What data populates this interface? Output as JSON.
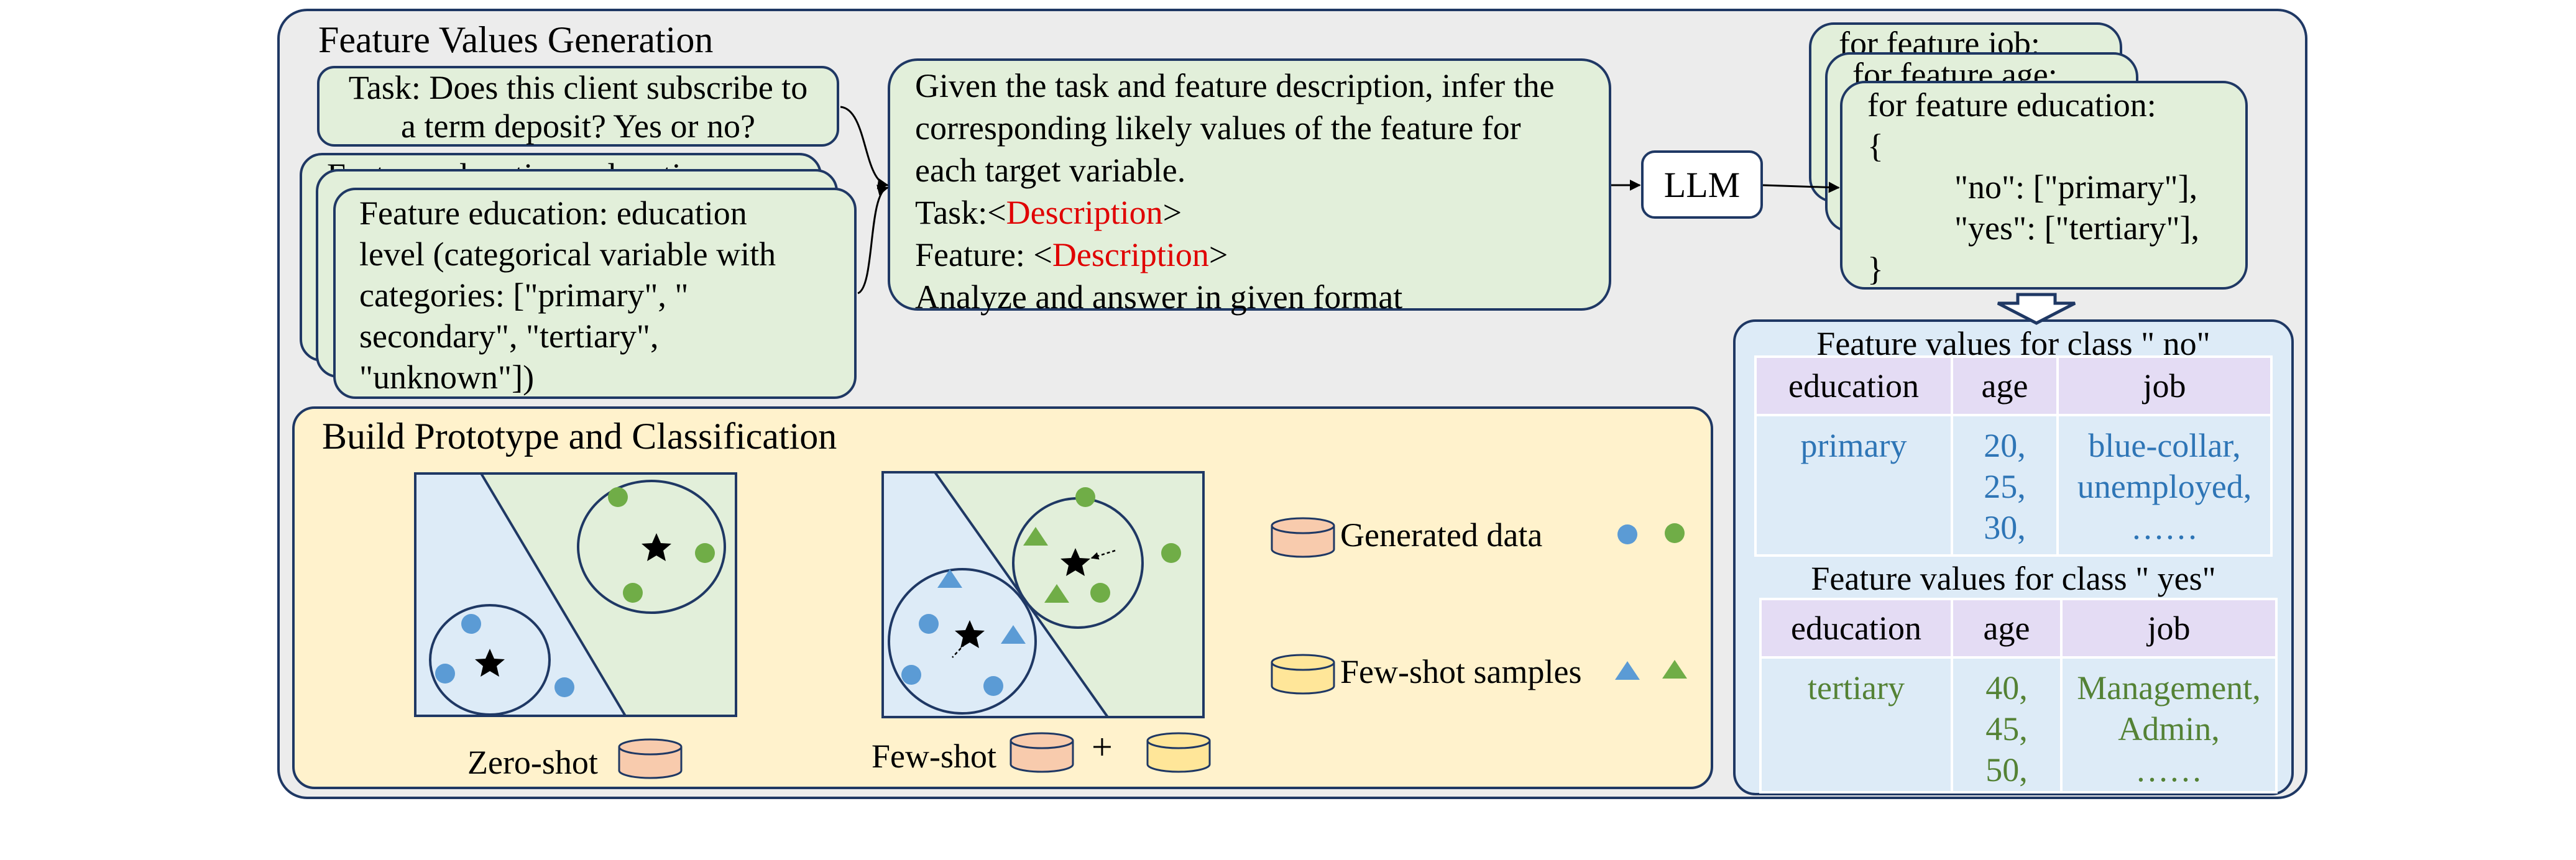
{
  "feature_values_generation": {
    "title": "Feature Values Generation",
    "task_box": {
      "line1": "Task: Does this client subscribe to",
      "line2": "a term deposit? Yes or no?"
    },
    "feature_back_text": "Feature education: education",
    "feature_front": {
      "line1": "Feature education: education",
      "line2": "level (categorical variable with",
      "line3": "categories: [\"primary\", \"",
      "line4": "secondary\", \"tertiary\",",
      "line5": "\"unknown\"])"
    },
    "prompt": {
      "line1": "Given the task and feature description, infer the",
      "line2": "corresponding likely values of the feature for",
      "line3": "each target variable.",
      "task_prefix": "Task:<",
      "task_desc": "Description",
      "task_suffix": ">",
      "feature_prefix": "Feature: <",
      "feature_desc": "Description",
      "feature_suffix": ">",
      "line6": "Analyze and answer in given format"
    },
    "llm_label": "LLM",
    "outputs": {
      "back2": "for feature job:",
      "back1": "for feature age:",
      "front_line1": "for feature education:",
      "front_line2": "{",
      "front_line3": "\"no\": [\"primary\"],",
      "front_line4": "\"yes\": [\"tertiary\"],",
      "front_line5": "}"
    }
  },
  "feature_values_tables": {
    "no_title": "Feature values for class \" no\"",
    "yes_title": "Feature values for class \" yes\"",
    "headers": [
      "education",
      "age",
      "job"
    ],
    "no_row": {
      "education": "primary",
      "age": [
        "20,",
        "25,",
        "30,"
      ],
      "job": [
        "blue-collar,",
        "unemployed,",
        "……"
      ]
    },
    "yes_row": {
      "education": "tertiary",
      "age": [
        "40,",
        "45,",
        "50,"
      ],
      "job": [
        "Management,",
        "Admin,",
        "……"
      ]
    }
  },
  "build_prototype": {
    "title": "Build Prototype and Classification",
    "zero_shot_label": "Zero-shot",
    "few_shot_label": "Few-shot",
    "plus": "+",
    "legend": {
      "generated": "Generated data",
      "few_shot": "Few-shot samples"
    }
  },
  "colors": {
    "border": "#1f3864",
    "green_box": "#e2efda",
    "panel_bg": "#ececec",
    "bottom_bg": "#fff2cc",
    "right_bg": "#ddebf7",
    "header_bg": "#e4dcf4",
    "blue_dot": "#5b9bd5",
    "green_dot": "#70ad47",
    "generated_cyl": "#f8cbad",
    "fewshot_cyl": "#ffe699",
    "red_text": "#e00000"
  }
}
